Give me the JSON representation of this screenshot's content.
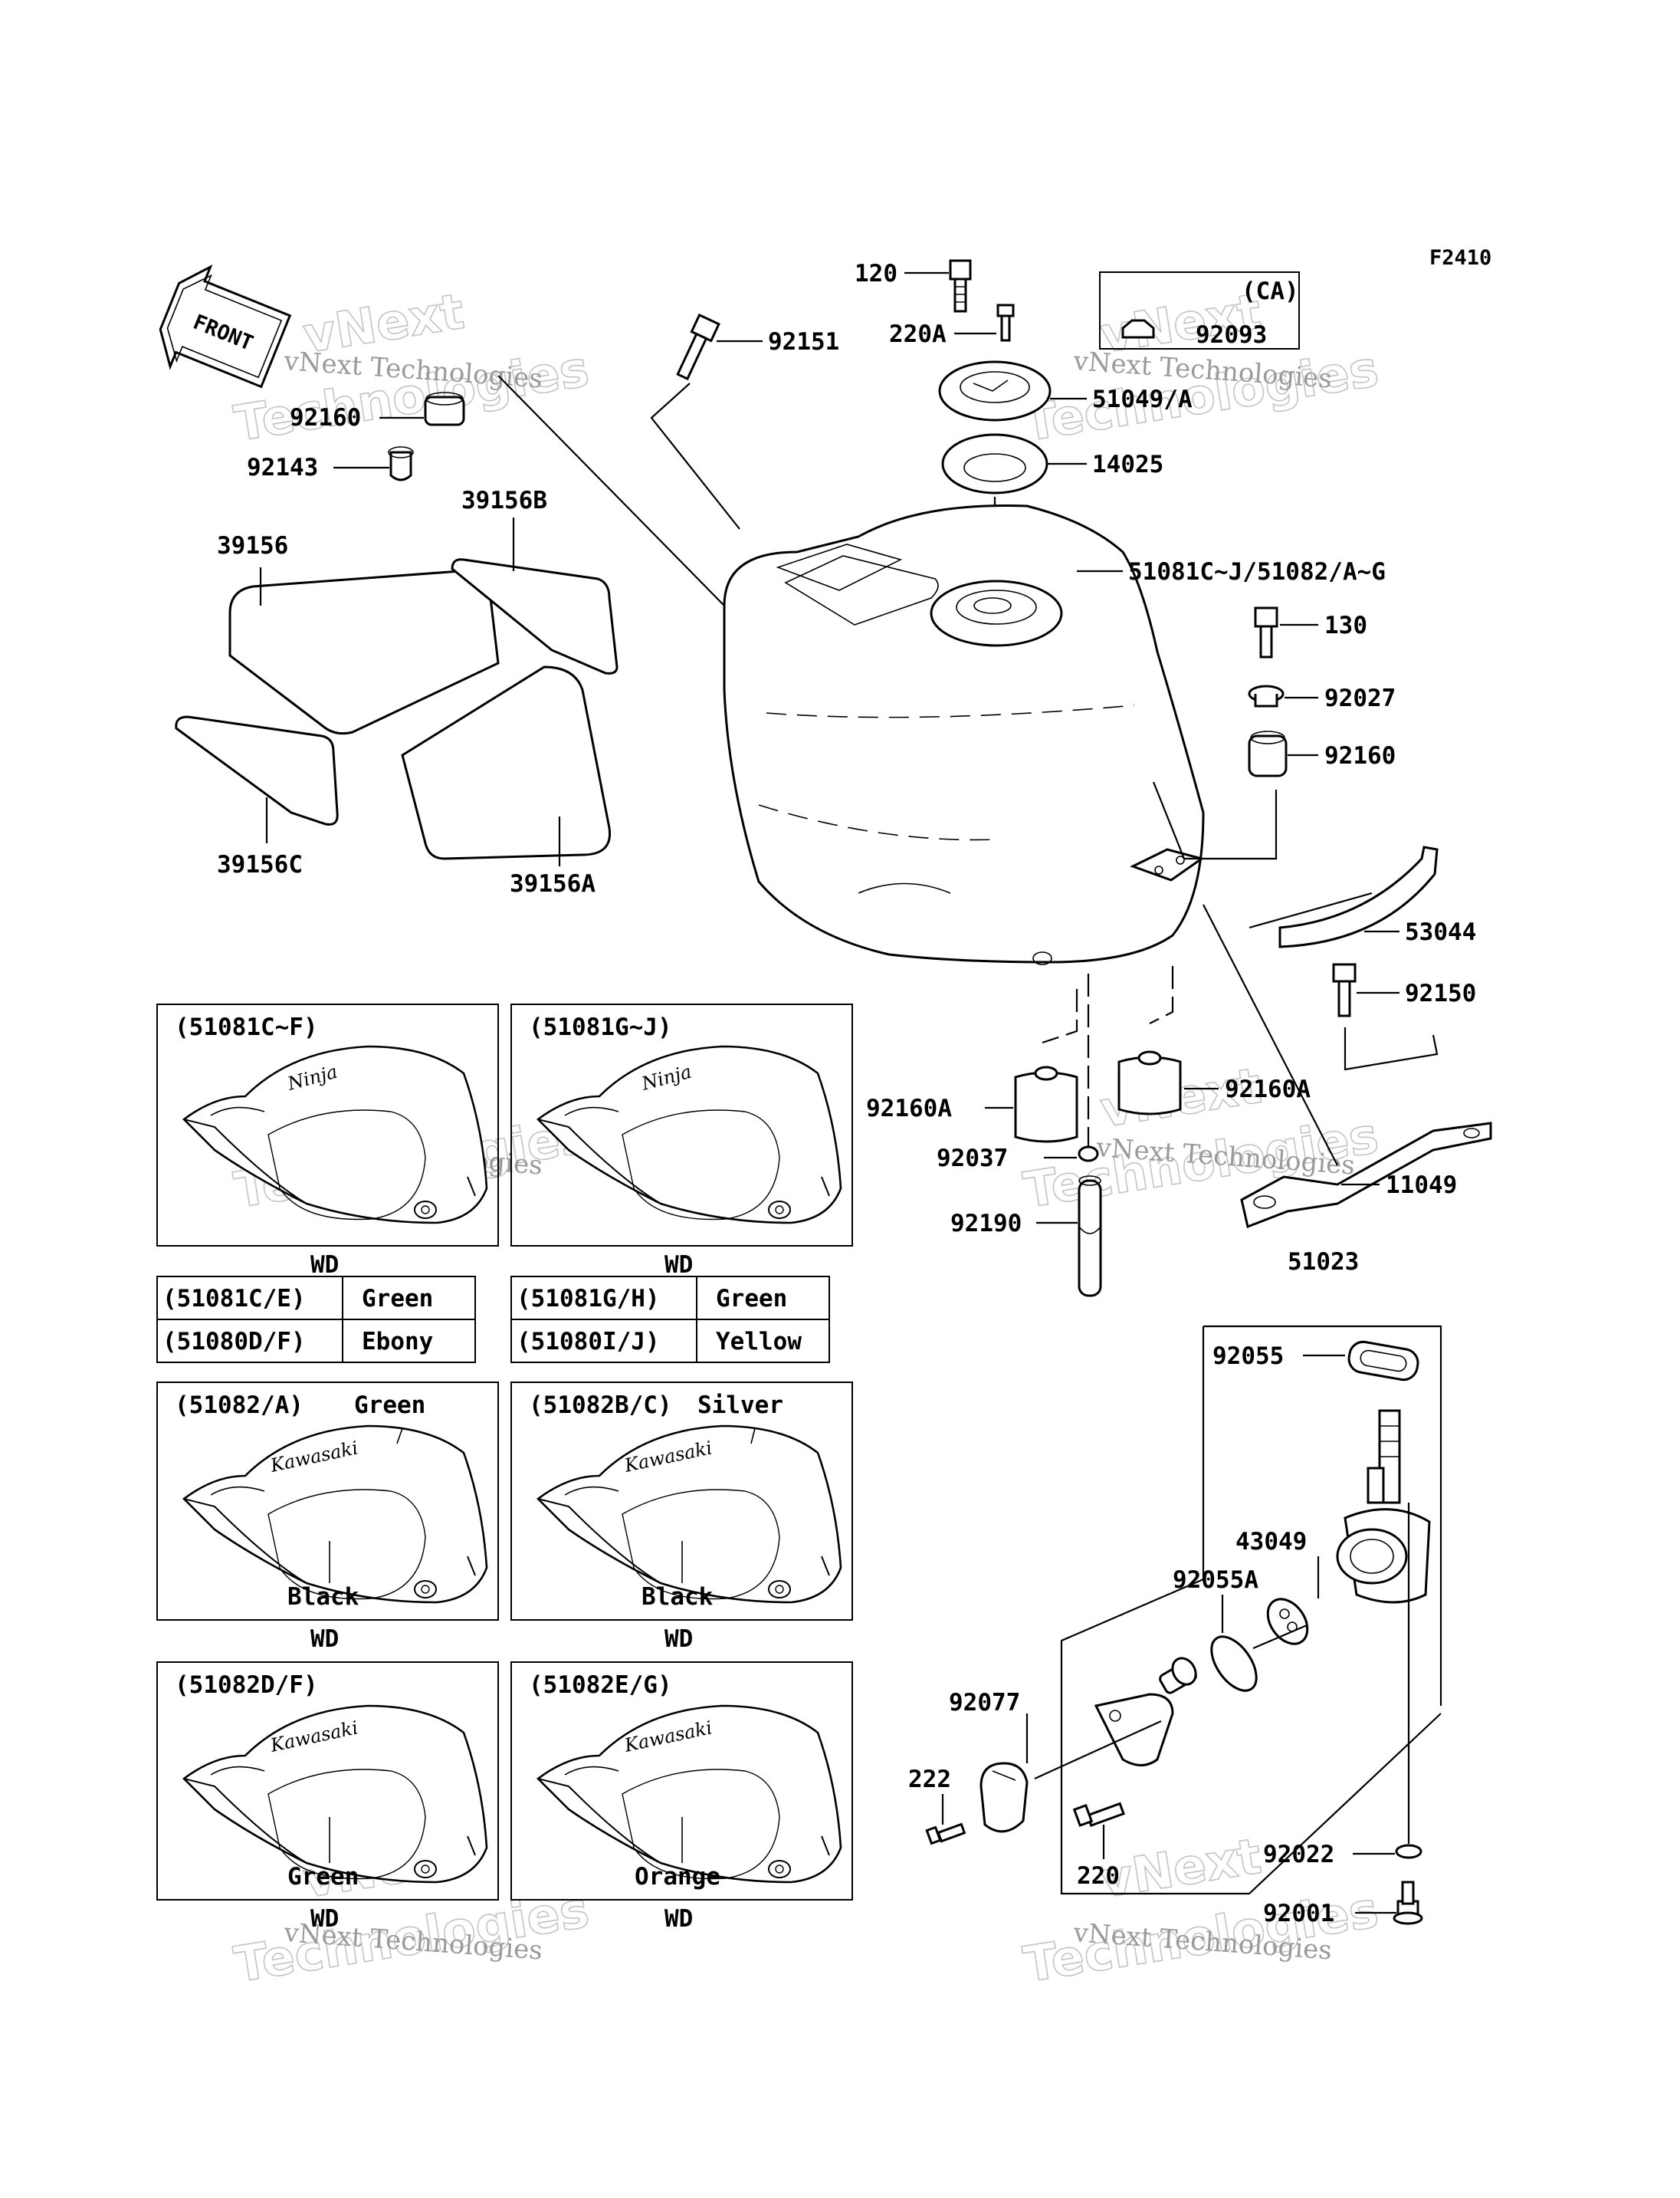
{
  "diagram_code": "F2410",
  "region_box": "(CA)",
  "watermark": {
    "line1": "vNext Technologies",
    "big": "Technologies",
    "v": "vNext"
  },
  "front_arrow": "FRONT",
  "callouts": {
    "c120": "120",
    "c220A": "220A",
    "c92093": "92093",
    "c92151": "92151",
    "c51049": "51049/A",
    "c92160a": "92160",
    "c92143": "92143",
    "c14025": "14025",
    "c39156B": "39156B",
    "c39156": "39156",
    "c51081": "51081C~J/51082/A~G",
    "c130": "130",
    "c92027": "92027",
    "c92160b": "92160",
    "c39156C": "39156C",
    "c39156A": "39156A",
    "c53044": "53044",
    "c92150": "92150",
    "c92160A_l": "92160A",
    "c92160A_r": "92160A",
    "c92037": "92037",
    "c11049": "11049",
    "c92190": "92190",
    "c51023": "51023",
    "c92055": "92055",
    "c43049": "43049",
    "c92055A": "92055A",
    "c92077": "92077",
    "c222": "222",
    "c220": "220",
    "c92022": "92022",
    "c92001": "92001"
  },
  "variants": [
    {
      "code": "(51081C~F)",
      "tag": "WD",
      "logo": "Ninja"
    },
    {
      "code": "(51081G~J)",
      "tag": "WD",
      "logo": "Ninja"
    },
    {
      "code": "(51082/A)",
      "color": "Green",
      "lower": "Black",
      "tag": "WD",
      "logo": "Kawasaki"
    },
    {
      "code": "(51082B/C)",
      "color": "Silver",
      "lower": "Black",
      "tag": "WD",
      "logo": "Kawasaki"
    },
    {
      "code": "(51082D/F)",
      "lower": "Green",
      "tag": "WD",
      "logo": "Kawasaki"
    },
    {
      "code": "(51082E/G)",
      "lower": "Orange",
      "tag": "WD",
      "logo": "Kawasaki"
    }
  ],
  "color_tables": [
    {
      "rows": [
        {
          "code": "(51081C/E)",
          "color": "Green"
        },
        {
          "code": "(51080D/F)",
          "color": "Ebony"
        }
      ]
    },
    {
      "rows": [
        {
          "code": "(51081G/H)",
          "color": "Green"
        },
        {
          "code": "(51080I/J)",
          "color": "Yellow"
        }
      ]
    }
  ]
}
